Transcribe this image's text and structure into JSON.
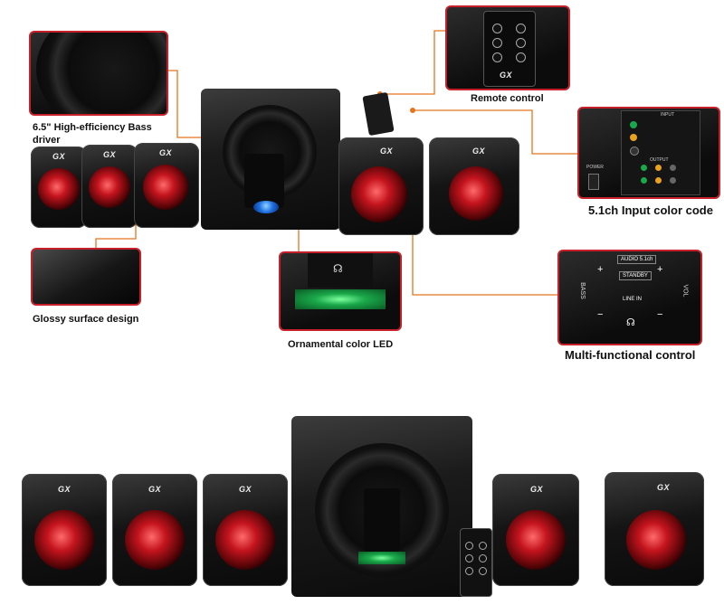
{
  "labels": {
    "bass_driver": "6.5\" High-efficiency Bass driver",
    "remote": "Remote control",
    "input_code": "5.1ch Input color code",
    "glossy": "Glossy surface design",
    "led": "Ornamental color LED",
    "multi": "Multi-functional control"
  },
  "brand_mark": "GX",
  "panel": {
    "audio_in": "AUDIO 5.1ch",
    "standby": "STANDBY",
    "line_in": "LINE IN",
    "bass": "BASS",
    "vol": "VOL",
    "plus": "+",
    "minus": "−"
  },
  "input_panel": {
    "input": "INPUT",
    "output": "OUTPUT",
    "power": "POWER"
  },
  "colors": {
    "callout_line": "#e8731f",
    "inset_border": "#c8202a",
    "cone_red": "#c4141e",
    "led_blue": "#1e6fe0",
    "led_green": "#1aa84a"
  }
}
